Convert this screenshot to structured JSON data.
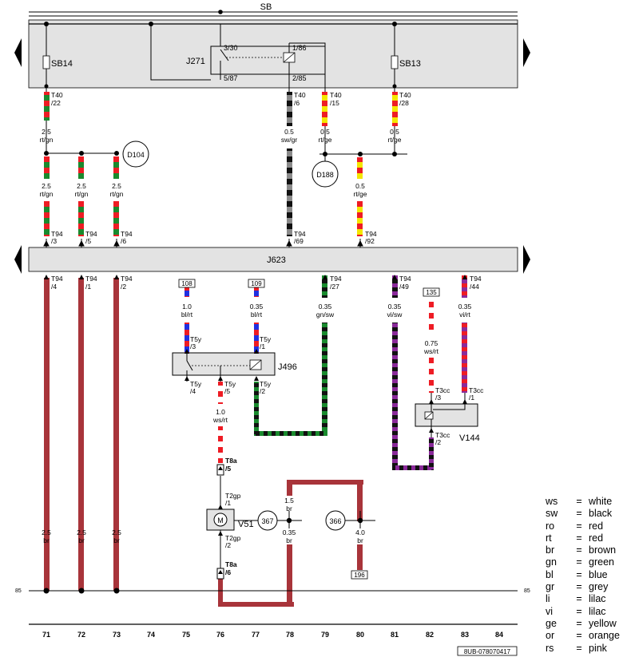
{
  "blocks": {
    "sb": "SB",
    "j623": "J623",
    "j271": "J271",
    "j496": "J496",
    "sb14": "SB14",
    "sb13": "SB13",
    "v51": "V51",
    "v144": "V144"
  },
  "pins": {
    "j271_a": "3/30",
    "j271_b": "5/87",
    "j271_c": "1/86",
    "j271_d": "2/85"
  },
  "connectors": [
    {
      "code": "T40",
      "pin": "/22"
    },
    {
      "code": "T40",
      "pin": "/6"
    },
    {
      "code": "T40",
      "pin": "/15"
    },
    {
      "code": "T40",
      "pin": "/28"
    },
    {
      "code": "T94",
      "pin": "/3"
    },
    {
      "code": "T94",
      "pin": "/5"
    },
    {
      "code": "T94",
      "pin": "/6"
    },
    {
      "code": "T94",
      "pin": "/69"
    },
    {
      "code": "T94",
      "pin": "/92"
    },
    {
      "code": "T94",
      "pin": "/4"
    },
    {
      "code": "T94",
      "pin": "/1"
    },
    {
      "code": "T94",
      "pin": "/2"
    },
    {
      "code": "T94",
      "pin": "/27"
    },
    {
      "code": "T94",
      "pin": "/49"
    },
    {
      "code": "T94",
      "pin": "/44"
    },
    {
      "code": "T5y",
      "pin": "/3"
    },
    {
      "code": "T5y",
      "pin": "/1"
    },
    {
      "code": "T5y",
      "pin": "/4"
    },
    {
      "code": "T5y",
      "pin": "/5"
    },
    {
      "code": "T5y",
      "pin": "/2"
    },
    {
      "code": "T3cc",
      "pin": "/3"
    },
    {
      "code": "T3cc",
      "pin": "/1"
    },
    {
      "code": "T3cc",
      "pin": "/2"
    },
    {
      "code": "T8a",
      "pin": "/5"
    },
    {
      "code": "T8a",
      "pin": "/6"
    },
    {
      "code": "T2gp",
      "pin": "/1"
    },
    {
      "code": "T2gp",
      "pin": "/2"
    }
  ],
  "wires": [
    {
      "size": "2.5",
      "color": "rt/gn"
    },
    {
      "size": "0.5",
      "color": "sw/gr"
    },
    {
      "size": "0.5",
      "color": "rt/ge"
    },
    {
      "size": "0.5",
      "color": "rt/ge"
    },
    {
      "size": "2.5",
      "color": "rt/gn"
    },
    {
      "size": "2.5",
      "color": "rt/gn"
    },
    {
      "size": "2.5",
      "color": "rt/gn"
    },
    {
      "size": "0.5",
      "color": "rt/ge"
    },
    {
      "size": "1.0",
      "color": "bl/rt"
    },
    {
      "size": "0.35",
      "color": "bl/rt"
    },
    {
      "size": "0.35",
      "color": "gn/sw"
    },
    {
      "size": "0.35",
      "color": "vi/sw"
    },
    {
      "size": "0.35",
      "color": "vi/rt"
    },
    {
      "size": "0.75",
      "color": "ws/rt"
    },
    {
      "size": "1.0",
      "color": "ws/rt"
    },
    {
      "size": "1.5",
      "color": "br"
    },
    {
      "size": "0.35",
      "color": "br"
    },
    {
      "size": "4.0",
      "color": "br"
    },
    {
      "size": "2.5",
      "color": "br"
    },
    {
      "size": "2.5",
      "color": "br"
    },
    {
      "size": "2.5",
      "color": "br"
    }
  ],
  "ground_points": [
    "D104",
    "D188",
    "367",
    "366"
  ],
  "references": [
    "108",
    "109",
    "135",
    "196"
  ],
  "side_marks": {
    "left": "85",
    "right": "85"
  },
  "columns": [
    "71",
    "72",
    "73",
    "74",
    "75",
    "76",
    "77",
    "78",
    "79",
    "80",
    "81",
    "82",
    "83",
    "84"
  ],
  "code": "8UB-078070417",
  "legend": [
    {
      "abbr": "ws",
      "eq": "=",
      "name": "white"
    },
    {
      "abbr": "sw",
      "eq": "=",
      "name": "black"
    },
    {
      "abbr": "ro",
      "eq": "=",
      "name": "red"
    },
    {
      "abbr": "rt",
      "eq": "=",
      "name": "red"
    },
    {
      "abbr": "br",
      "eq": "=",
      "name": "brown"
    },
    {
      "abbr": "gn",
      "eq": "=",
      "name": "green"
    },
    {
      "abbr": "bl",
      "eq": "=",
      "name": "blue"
    },
    {
      "abbr": "gr",
      "eq": "=",
      "name": "grey"
    },
    {
      "abbr": "li",
      "eq": "=",
      "name": "lilac"
    },
    {
      "abbr": "vi",
      "eq": "=",
      "name": "lilac"
    },
    {
      "abbr": "ge",
      "eq": "=",
      "name": "yellow"
    },
    {
      "abbr": "or",
      "eq": "=",
      "name": "orange"
    },
    {
      "abbr": "rs",
      "eq": "=",
      "name": "pink"
    }
  ],
  "colors": {
    "red": "#ee1c24",
    "green": "#1a8a2e",
    "brown": "#a8343a",
    "grey": "#8a8a8a",
    "yellow": "#f4e600",
    "blue": "#2030e0",
    "lilac": "#8a2a9a",
    "white": "#ffffff",
    "black": "#111111",
    "box": "#e3e3e3"
  }
}
